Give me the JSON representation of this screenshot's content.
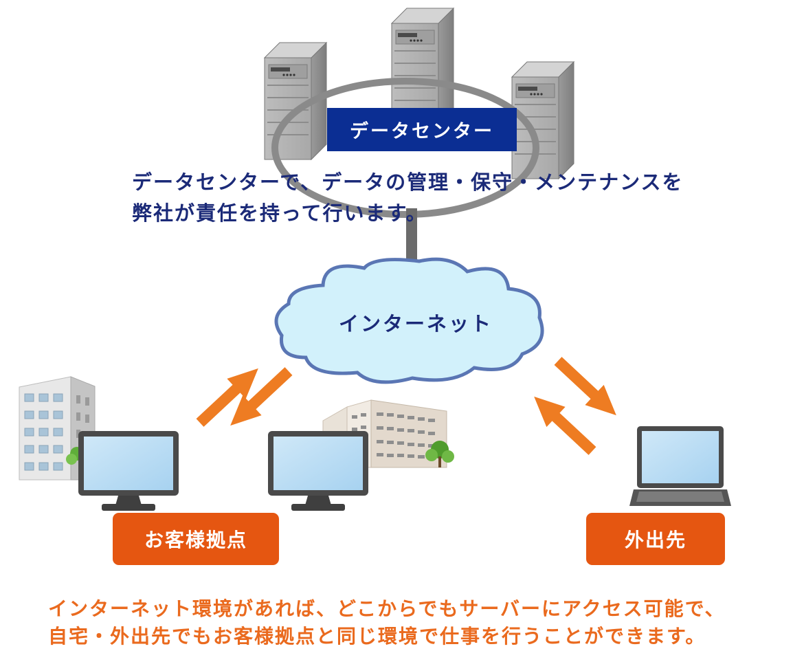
{
  "datacenter": {
    "label": "データセンター",
    "description_line1": "データセンターで、データの管理・保守・メンテナンスを",
    "description_line2": "弊社が責任を持って行います。"
  },
  "internet": {
    "label": "インターネット"
  },
  "locations": {
    "customer_site": "お客様拠点",
    "remote": "外出先"
  },
  "footer": {
    "line1": "インターネット環境があれば、どこからでもサーバーにアクセス可能で、",
    "line2": "自宅・外出先でもお客様拠点と同じ環境で仕事を行うことができます。"
  },
  "colors": {
    "datacenter_label_bg": "#0b2e93",
    "description_text": "#1b2a78",
    "cloud_fill": "#d2f1fb",
    "cloud_stroke": "#5a76b4",
    "arrow": "#ee7c22",
    "place_button_bg": "#e55611",
    "footer_text": "#ea6a1e"
  },
  "icons": [
    "server-tower-icon",
    "office-building-icon",
    "desktop-monitor-icon",
    "laptop-icon",
    "tree-icon",
    "cloud-icon",
    "arrow-icon"
  ]
}
